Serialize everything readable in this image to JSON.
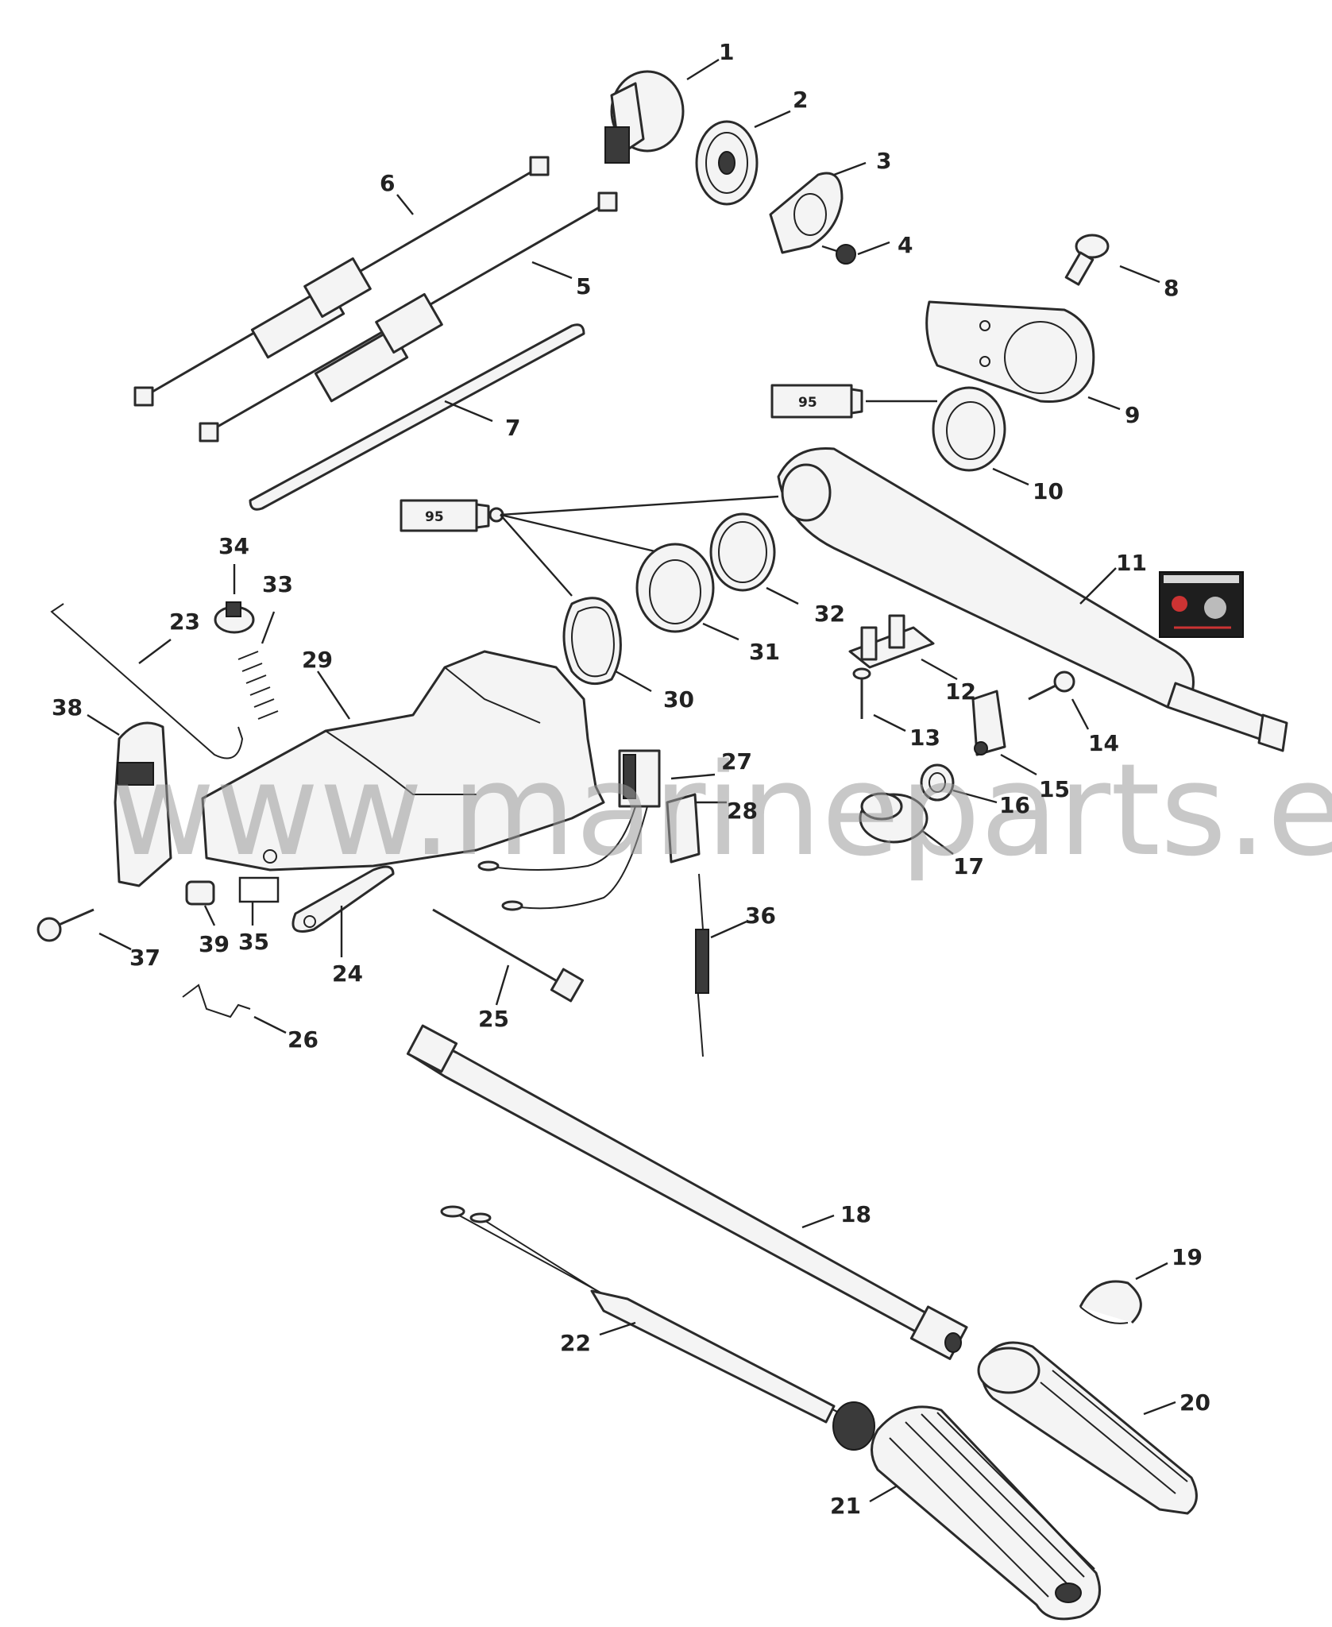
{
  "watermark": "www.marineparts.eu",
  "tube_label": "95",
  "callouts": [
    {
      "id": "1",
      "text": "1"
    },
    {
      "id": "2",
      "text": "2"
    },
    {
      "id": "3",
      "text": "3"
    },
    {
      "id": "4",
      "text": "4"
    },
    {
      "id": "5",
      "text": "5"
    },
    {
      "id": "6",
      "text": "6"
    },
    {
      "id": "7",
      "text": "7"
    },
    {
      "id": "8",
      "text": "8"
    },
    {
      "id": "9",
      "text": "9"
    },
    {
      "id": "10",
      "text": "10"
    },
    {
      "id": "11",
      "text": "11"
    },
    {
      "id": "12",
      "text": "12"
    },
    {
      "id": "13",
      "text": "13"
    },
    {
      "id": "14",
      "text": "14"
    },
    {
      "id": "15",
      "text": "15"
    },
    {
      "id": "16",
      "text": "16"
    },
    {
      "id": "17",
      "text": "17"
    },
    {
      "id": "18",
      "text": "18"
    },
    {
      "id": "19",
      "text": "19"
    },
    {
      "id": "20",
      "text": "20"
    },
    {
      "id": "21",
      "text": "21"
    },
    {
      "id": "22",
      "text": "22"
    },
    {
      "id": "23",
      "text": "23"
    },
    {
      "id": "24",
      "text": "24"
    },
    {
      "id": "25",
      "text": "25"
    },
    {
      "id": "26",
      "text": "26"
    },
    {
      "id": "27",
      "text": "27"
    },
    {
      "id": "28",
      "text": "28"
    },
    {
      "id": "29",
      "text": "29"
    },
    {
      "id": "30",
      "text": "30"
    },
    {
      "id": "31",
      "text": "31"
    },
    {
      "id": "32",
      "text": "32"
    },
    {
      "id": "33",
      "text": "33"
    },
    {
      "id": "34",
      "text": "34"
    },
    {
      "id": "35",
      "text": "35"
    },
    {
      "id": "36",
      "text": "36"
    },
    {
      "id": "37",
      "text": "37"
    },
    {
      "id": "38",
      "text": "38"
    },
    {
      "id": "39",
      "text": "39"
    }
  ]
}
